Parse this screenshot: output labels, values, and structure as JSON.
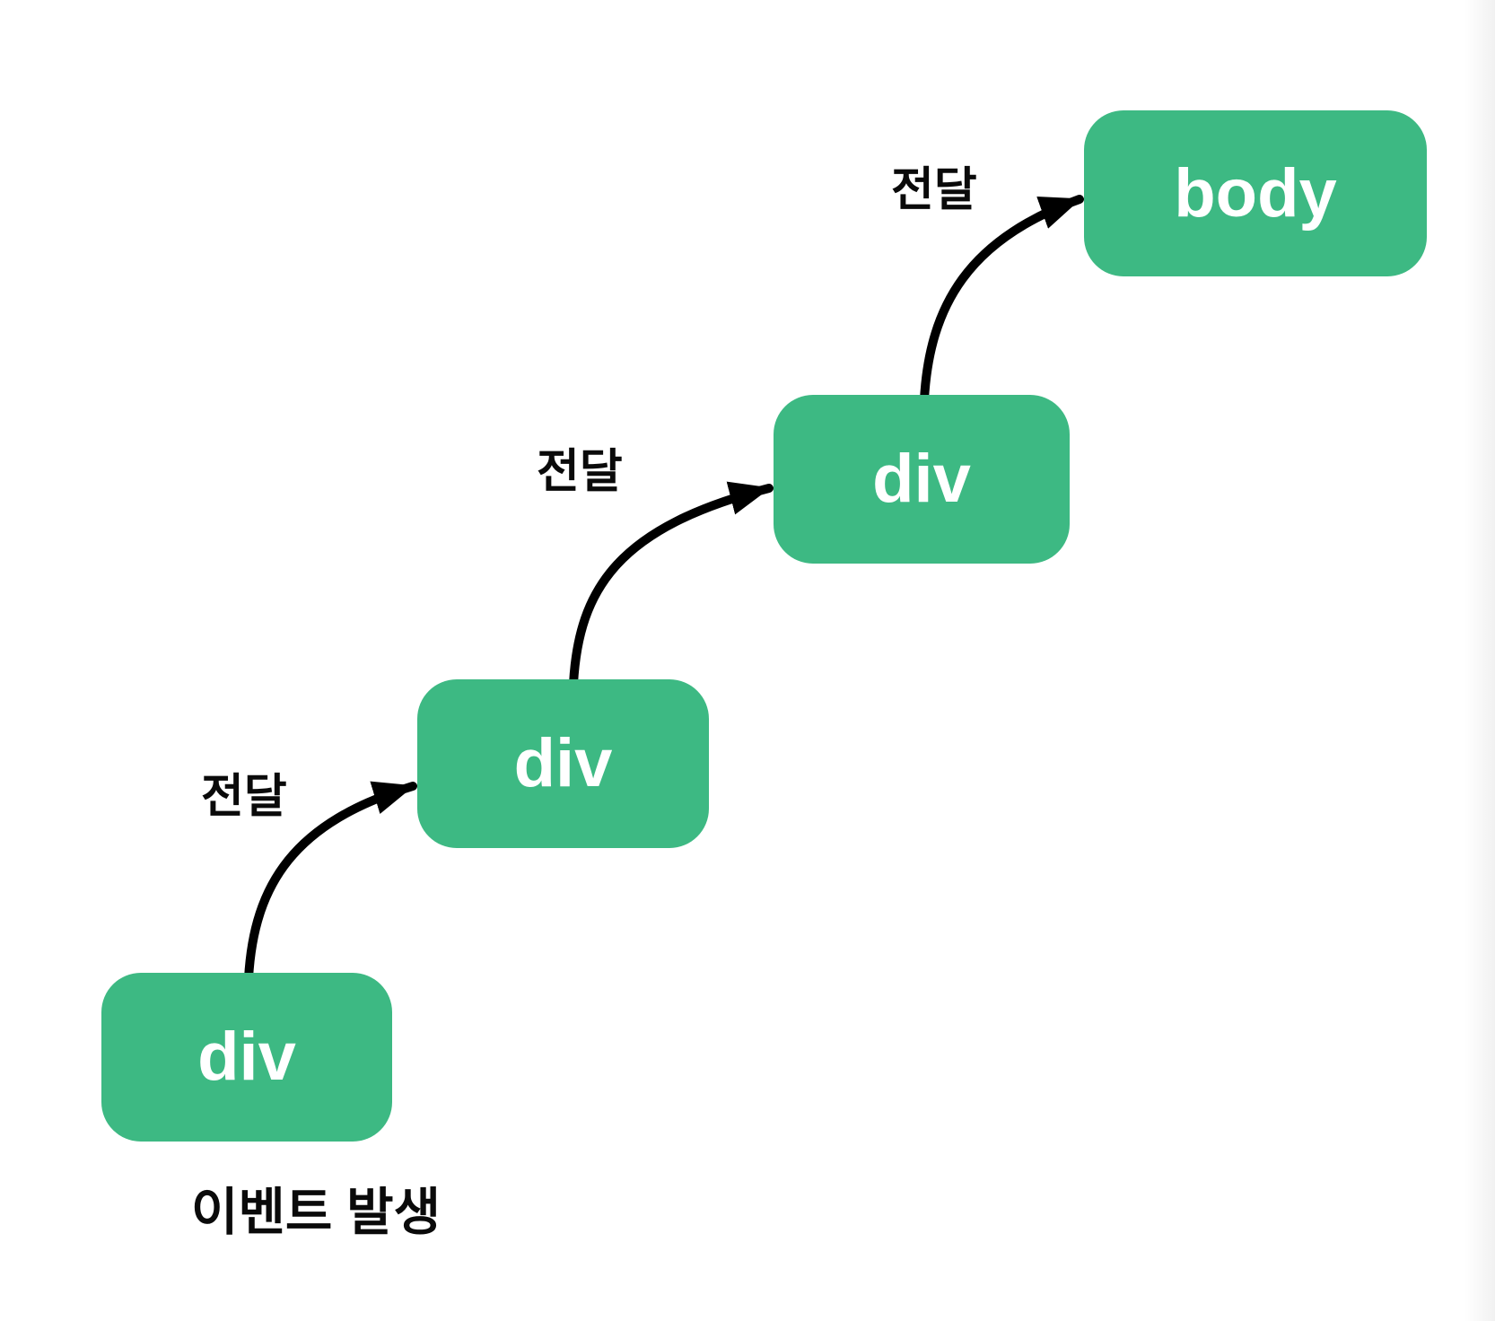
{
  "diagram": {
    "type": "flow",
    "background_color": "#ffffff",
    "node_fill_color": "#3db983",
    "node_text_color": "#ffffff",
    "arrow_color": "#000000",
    "label_text_color": "#0a0a0a",
    "nodes": [
      {
        "id": "div-1",
        "label": "div"
      },
      {
        "id": "div-2",
        "label": "div"
      },
      {
        "id": "div-3",
        "label": "div"
      },
      {
        "id": "body",
        "label": "body"
      }
    ],
    "edges": [
      {
        "from": "div-1",
        "to": "div-2",
        "label": "전달"
      },
      {
        "from": "div-2",
        "to": "div-3",
        "label": "전달"
      },
      {
        "from": "div-3",
        "to": "body",
        "label": "전달"
      }
    ],
    "caption": "이벤트 발생"
  }
}
